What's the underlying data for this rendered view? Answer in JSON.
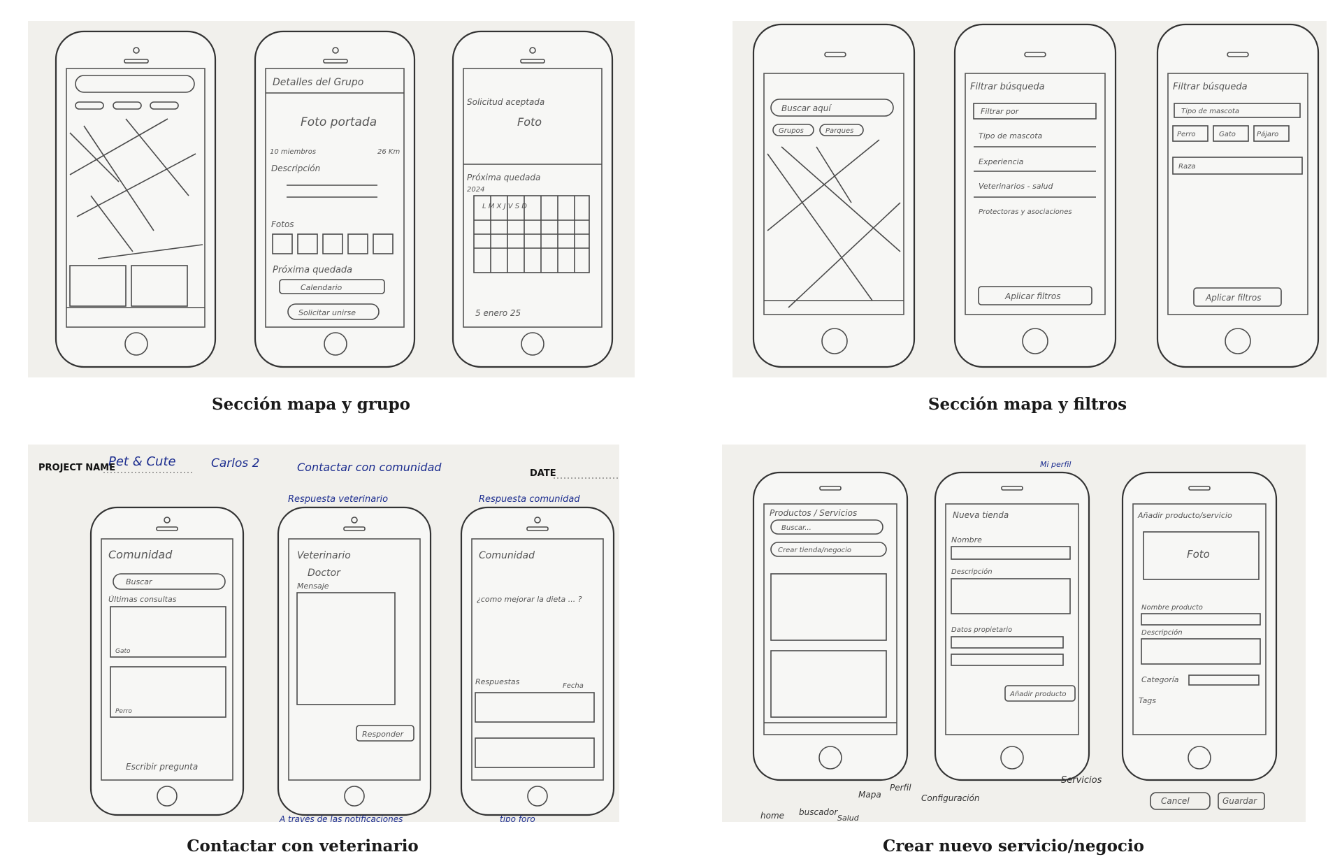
{
  "captions": {
    "map_group": "Sección mapa y grupo",
    "map_filters": "Sección mapa y filtros",
    "vet_contact": "Contactar con veterinario",
    "new_service": "Crear nuevo servicio/negocio"
  },
  "map_group": {
    "phone2": {
      "title": "Detalles del Grupo",
      "photo": "Foto portada",
      "members": "10 miembros",
      "distance": "26 Km",
      "description": "Descripción",
      "photos": "Fotos",
      "next_meeting": "Próxima quedada",
      "calendar_btn": "Calendario",
      "join_btn": "Solicitar unirse"
    },
    "phone3": {
      "status": "Solicitud aceptada",
      "photo": "Foto",
      "next_meeting": "Próxima quedada",
      "year": "2024",
      "weekdays": "L M X J V S D",
      "date": "5 enero 25"
    }
  },
  "map_filters": {
    "phone1": {
      "search": "Buscar aquí",
      "chip1": "Grupos",
      "chip2": "Parques"
    },
    "phone2": {
      "title": "Filtrar búsqueda",
      "filter_by": "Filtrar por",
      "options": [
        "Tipo de mascota",
        "Experiencia",
        "Veterinarios - salud",
        "Protectoras y asociaciones"
      ],
      "apply": "Aplicar filtros"
    },
    "phone3": {
      "title": "Filtrar búsqueda",
      "pet_type": "Tipo de mascota",
      "chip1": "Perro",
      "chip2": "Gato",
      "chip3": "Pájaro",
      "breed": "Raza",
      "apply": "Aplicar filtros"
    }
  },
  "vet_contact": {
    "header": {
      "project_label": "PROJECT NAME",
      "project_value": "Pet & Cute",
      "author": "Carlos 2",
      "flow": "Contactar con comunidad",
      "date_label": "DATE"
    },
    "phone1": {
      "title": "Comunidad",
      "search": "Buscar",
      "recent": "Últimas consultas",
      "tag1": "Gato",
      "tag2": "Perro",
      "ask": "Escribir pregunta"
    },
    "phone2": {
      "label": "Respuesta veterinario",
      "title": "Veterinario",
      "doctor": "Doctor",
      "message": "Mensaje",
      "reply": "Responder"
    },
    "phone3": {
      "label": "Respuesta comunidad",
      "title": "Comunidad",
      "question": "¿como mejorar la dieta ... ?",
      "answers": "Respuestas",
      "date": "Fecha"
    },
    "footer_left": "A través de las notificaciones",
    "footer_right": "tipo foro"
  },
  "new_service": {
    "phone1": {
      "title": "Productos / Servicios",
      "search": "Buscar...",
      "create": "Crear tienda/negocio"
    },
    "phone2": {
      "label": "Mi perfil",
      "title": "Nueva tienda",
      "name": "Nombre",
      "description": "Descripción",
      "owner": "Datos propietario",
      "add_product": "Añadir producto"
    },
    "phone3": {
      "title": "Añadir producto/servicio",
      "photo": "Foto",
      "product_name": "Nombre producto",
      "description": "Descripción",
      "category": "Categoría",
      "tags": "Tags",
      "cancel": "Cancel",
      "save": "Guardar"
    },
    "annotations": [
      "home",
      "buscador",
      "Salud",
      "Mapa",
      "Perfil",
      "Configuración",
      "Servicios"
    ]
  }
}
